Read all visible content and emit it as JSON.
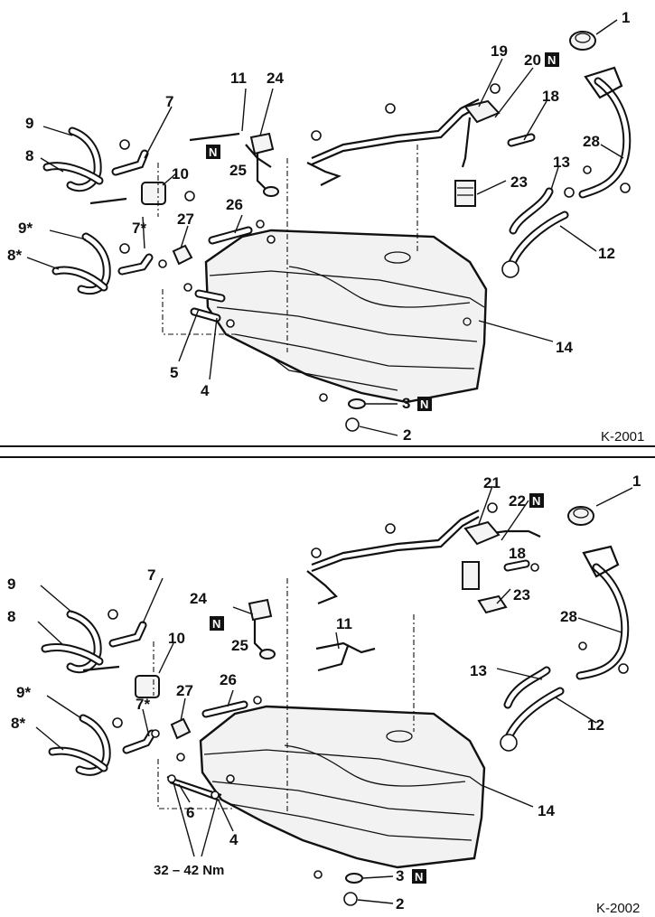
{
  "panels": [
    {
      "code": "K-2001",
      "labels": {
        "p1": "1",
        "p2": "2",
        "p3": "3",
        "p4": "4",
        "p5": "5",
        "p7": "7",
        "p7s": "7*",
        "p8": "8",
        "p8s": "8*",
        "p9": "9",
        "p9s": "9*",
        "p10": "10",
        "p11": "11",
        "p12": "12",
        "p13": "13",
        "p14": "14",
        "p18": "18",
        "p19": "19",
        "p20": "20",
        "p23": "23",
        "p24": "24",
        "p25": "25",
        "p26": "26",
        "p27": "27",
        "p28": "28"
      },
      "new_marker": "N"
    },
    {
      "code": "K-2002",
      "labels": {
        "p1": "1",
        "p2": "2",
        "p3": "3",
        "p4": "4",
        "p6": "6",
        "p7": "7",
        "p7s": "7*",
        "p8": "8",
        "p8s": "8*",
        "p9": "9",
        "p9s": "9*",
        "p10": "10",
        "p11": "11",
        "p12": "12",
        "p13": "13",
        "p14": "14",
        "p18": "18",
        "p21": "21",
        "p22": "22",
        "p23": "23",
        "p24": "24",
        "p25": "25",
        "p26": "26",
        "p27": "27",
        "p28": "28"
      },
      "torque": "32 – 42 Nm",
      "new_marker": "N"
    }
  ]
}
